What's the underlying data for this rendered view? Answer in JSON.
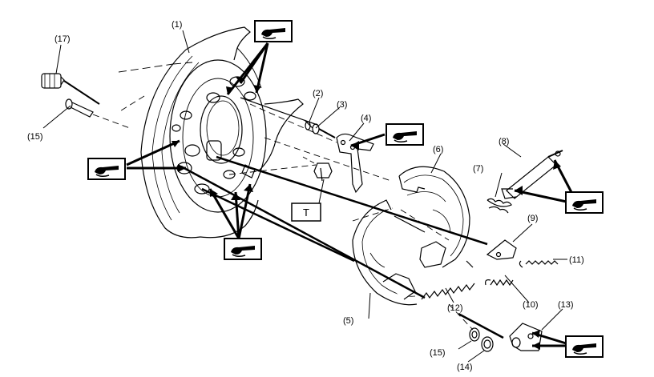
{
  "callouts": {
    "c1": "(1)",
    "c2": "(2)",
    "c3": "(3)",
    "c4": "(4)",
    "c5": "(5)",
    "c6": "(6)",
    "c7": "(7)",
    "c8": "(8)",
    "c9": "(9)",
    "c10": "(10)",
    "c11": "(11)",
    "c12": "(12)",
    "c13": "(13)",
    "c14": "(14)",
    "c15a": "(15)",
    "c15b": "(15)",
    "c17": "(17)"
  },
  "torque_box": "T",
  "icons": {
    "grease": "grease-application-icon"
  },
  "colors": {
    "line": "#000000",
    "background": "#ffffff"
  }
}
